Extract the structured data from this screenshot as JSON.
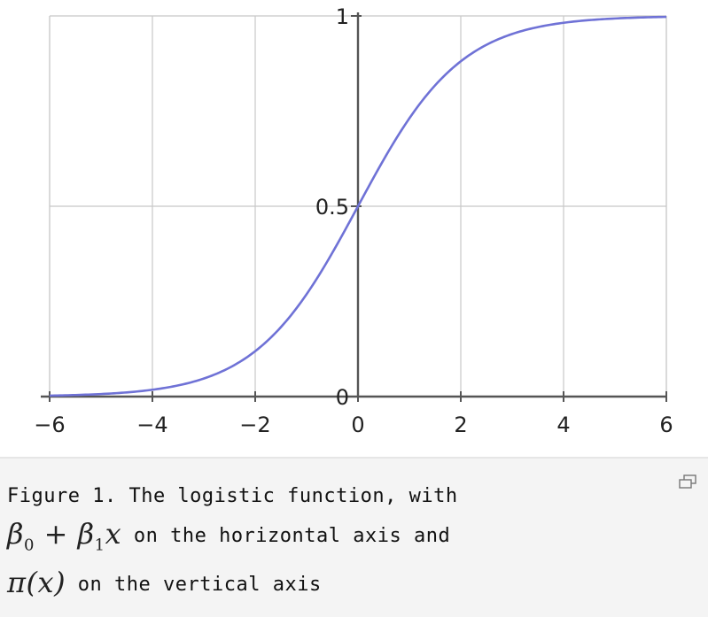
{
  "chart_data": {
    "type": "line",
    "x_ticks": [
      "−6",
      "−4",
      "−2",
      "0",
      "2",
      "4",
      "6"
    ],
    "y_ticks": [
      "0",
      "0.5",
      "1"
    ],
    "xlim": [
      -6,
      6
    ],
    "ylim": [
      0,
      1
    ],
    "grid": true,
    "series": [
      {
        "function": "1/(1+exp(-x))",
        "x": [
          -6,
          -5,
          -4,
          -3,
          -2,
          -1,
          0,
          1,
          2,
          3,
          4,
          5,
          6
        ],
        "y": [
          0.0025,
          0.0067,
          0.018,
          0.047,
          0.119,
          0.269,
          0.5,
          0.731,
          0.881,
          0.953,
          0.982,
          0.9933,
          0.9975
        ],
        "color": "#6f72d6"
      }
    ]
  },
  "caption": {
    "line1": "Figure 1. The logistic function, with",
    "beta0": "β",
    "beta0_sub": "0",
    "plus": " + ",
    "beta1": "β",
    "beta1_sub": "1",
    "xvar": "x",
    "line2_text": " on the horizontal axis and",
    "pi_expr": "π(x)",
    "line3_text": " on the vertical axis"
  },
  "icons": {
    "expand": "expand-icon"
  }
}
